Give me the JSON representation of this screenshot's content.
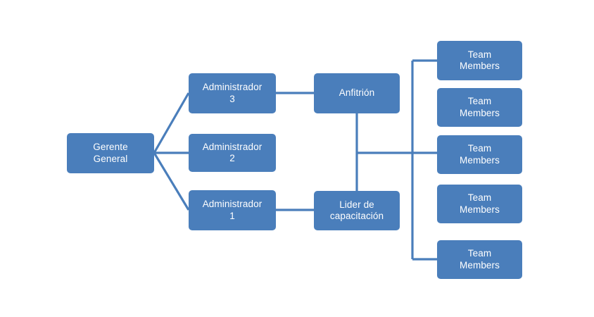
{
  "diagram": {
    "type": "organizational-chart",
    "title": "",
    "colors": {
      "node_fill": "#4a7ebb",
      "node_text": "#ffffff",
      "connector": "#4a7ebb",
      "background": "#ffffff"
    },
    "nodes": {
      "root": {
        "label": "Gerente\nGeneral",
        "level": 1
      },
      "managers": [
        {
          "label": "Administrador\n3",
          "level": 2
        },
        {
          "label": "Administrador\n2",
          "level": 2
        },
        {
          "label": "Administrador\n1",
          "level": 2
        }
      ],
      "leads": [
        {
          "label": "Anfitrión",
          "level": 3
        },
        {
          "label": "Lider de\ncapacitación",
          "level": 3
        }
      ],
      "team_members": [
        {
          "label": "Team\nMembers",
          "level": 4
        },
        {
          "label": "Team\nMembers",
          "level": 4
        },
        {
          "label": "Team\nMembers",
          "level": 4
        },
        {
          "label": "Team\nMembers",
          "level": 4
        },
        {
          "label": "Team\nMembers",
          "level": 4
        }
      ]
    }
  }
}
